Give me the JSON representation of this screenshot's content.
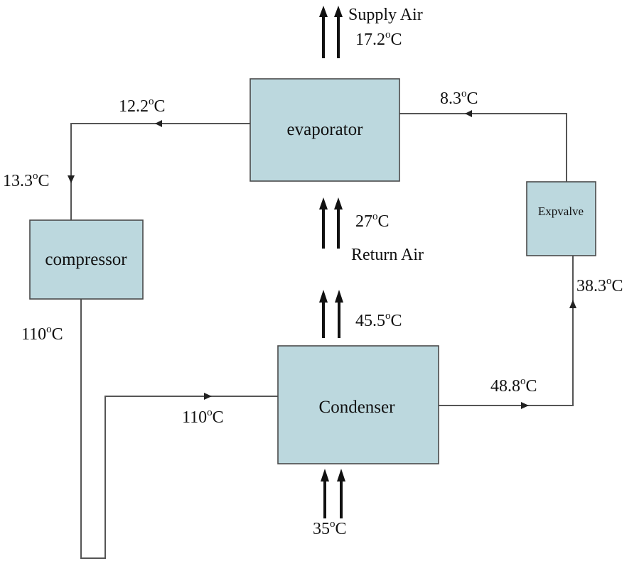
{
  "components": {
    "evaporator": "evaporator",
    "compressor": "compressor",
    "condenser": "Condenser",
    "expvalve": "Expvalve"
  },
  "air": {
    "supply_label": "Supply Air",
    "supply_temp": "17.2",
    "return_label": "Return Air",
    "return_temp": "27",
    "condenser_out_temp": "45.5",
    "condenser_in_temp": "35"
  },
  "refrigerant": {
    "evap_outlet_temp": "12.2",
    "compressor_inlet_temp": "13.3",
    "compressor_outlet_temp": "110",
    "condenser_inlet_temp": "110",
    "condenser_outlet_temp": "48.8",
    "expvalve_inlet_temp": "38.3",
    "evap_inlet_temp": "8.3"
  },
  "units": {
    "degree": "o",
    "celsius": "C"
  }
}
